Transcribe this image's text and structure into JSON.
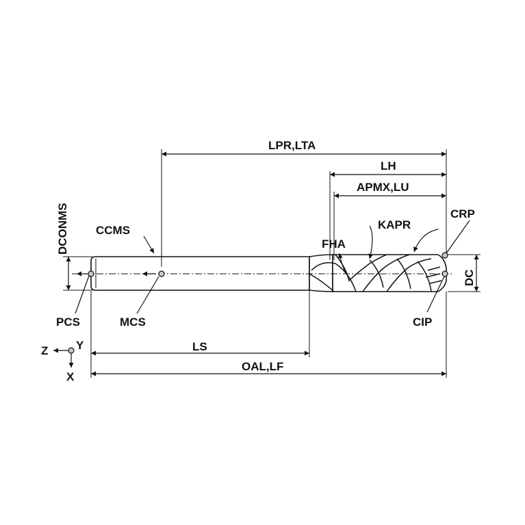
{
  "labels": {
    "lpr_lta": "LPR,LTA",
    "lh": "LH",
    "apmx_lu": "APMX,LU",
    "crp": "CRP",
    "kapr": "KAPR",
    "fha": "FHA",
    "ccms": "CCMS",
    "dconms": "DCONMS",
    "dc": "DC",
    "cip": "CIP",
    "pcs": "PCS",
    "mcs": "MCS",
    "ls": "LS",
    "oal_lf": "OAL,LF",
    "axis_z": "Z",
    "axis_y": "Y",
    "axis_x": "X"
  },
  "colors": {
    "line": "#111111",
    "point_fill": "#c8c8c8",
    "background": "#ffffff"
  }
}
